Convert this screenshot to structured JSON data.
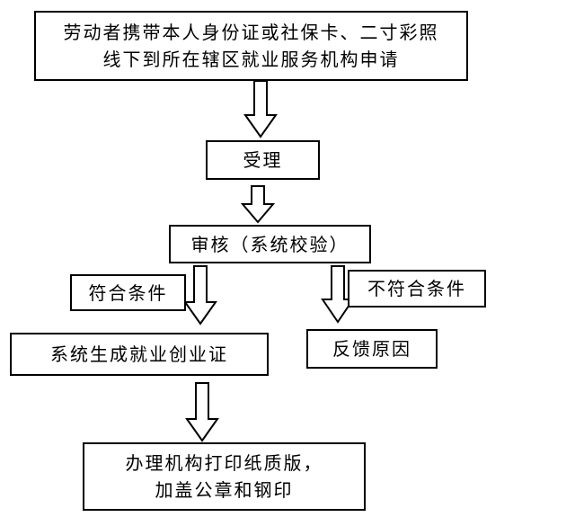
{
  "flowchart": {
    "apply": {
      "line1": "劳动者携带本人身份证或社保卡、二寸彩照",
      "line2": "线下到所在辖区就业服务机构申请"
    },
    "accept": "受理",
    "review": "审核（系统校验）",
    "qualified": "符合条件",
    "not_qualified": "不符合条件",
    "generate": "系统生成就业创业证",
    "feedback": "反馈原因",
    "print": {
      "line1": "办理机构打印纸质版，",
      "line2": "加盖公章和钢印"
    }
  }
}
